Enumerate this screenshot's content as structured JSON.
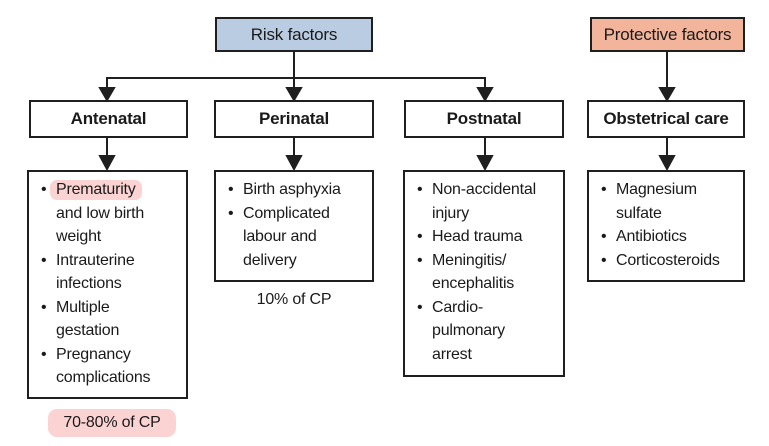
{
  "root_boxes": {
    "risk": "Risk factors",
    "protective": "Protective factors"
  },
  "columns": [
    {
      "header": "Antenatal",
      "items": [
        {
          "highlight": "Prematurity",
          "text": "\nand low birth\nweight"
        },
        {
          "text": "Intrauterine\ninfections"
        },
        {
          "text": "Multiple\ngestation"
        },
        {
          "text": "Pregnancy\ncomplications"
        }
      ],
      "annotation": "70-80% of CP"
    },
    {
      "header": "Perinatal",
      "items": [
        {
          "text": "Birth asphyxia"
        },
        {
          "text": "Complicated\nlabour and\ndelivery"
        }
      ],
      "annotation": "10% of CP"
    },
    {
      "header": "Postnatal",
      "items": [
        {
          "text": "Non-accidental\ninjury"
        },
        {
          "text": "Head trauma"
        },
        {
          "text": "Meningitis/\nencephalitis"
        },
        {
          "text": "Cardio-\npulmonary\narrest"
        }
      ]
    },
    {
      "header": "Obstetrical care",
      "items": [
        {
          "text": "Magnesium\nsulfate"
        },
        {
          "text": "Antibiotics"
        },
        {
          "text": "Corticosteroids"
        }
      ]
    }
  ],
  "bullet_glyph": "•",
  "colors": {
    "risk_fill": "#b9cce1",
    "protective_fill": "#f2b49b",
    "highlight_pink": "#fcd3d3",
    "line_and_border": "#1f1f1f"
  }
}
